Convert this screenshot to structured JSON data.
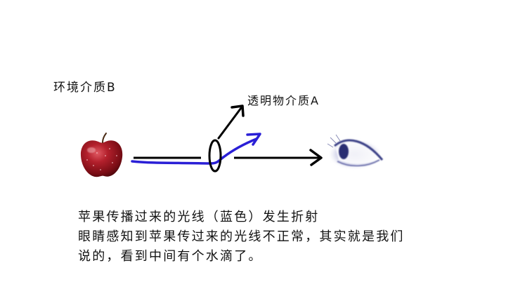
{
  "labels": {
    "environment_medium": "环境介质B",
    "transparent_medium": "透明物介质A"
  },
  "caption": {
    "lines": [
      "苹果传播过来的光线（蓝色）发生折射",
      "眼睛感知到苹果传过来的光线不正常，其实就是我们",
      "说的，看到中间有个水滴了。"
    ]
  },
  "colors": {
    "refracted_ray": "#2a1fd6",
    "straight_ray": "#000000",
    "apple": "#a3141f",
    "eye": "#3a3f86"
  }
}
